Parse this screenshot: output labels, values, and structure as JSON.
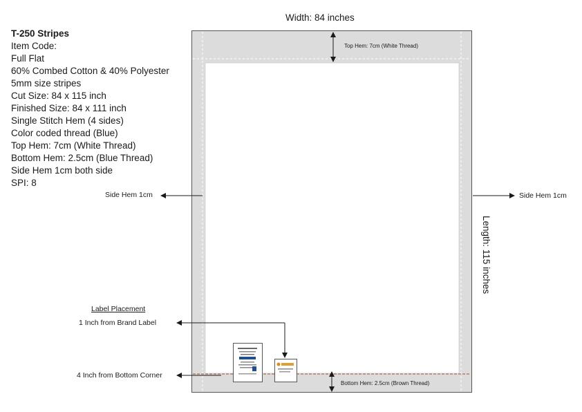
{
  "spec": {
    "title": "T-250  Stripes",
    "lines": [
      "Item Code:",
      "Full Flat",
      "60% Combed Cotton & 40% Polyester",
      "5mm size stripes",
      "Cut Size: 84 x 115 inch",
      "Finished Size: 84 x 111 inch",
      "Single Stitch Hem (4 sides)",
      "Color coded thread (Blue)",
      "Top Hem: 7cm (White Thread)",
      "Bottom Hem: 2.5cm (Blue Thread)",
      "Side Hem 1cm both side",
      "SPI: 8"
    ]
  },
  "dimensions": {
    "width": "Width: 84 inches",
    "length": "Length: 115 inches"
  },
  "callouts": {
    "top_hem": "Top Hem: 7cm (White Thread)",
    "bottom_hem": "Bottom Hem: 2.5cm (Brown Thread)",
    "side_hem_left": "Side Hem 1cm",
    "side_hem_right": "Side Hem 1cm",
    "label_placement": "Label Placement",
    "brand_label_distance": "1 Inch from Brand Label",
    "bottom_corner_distance": "4 Inch from Bottom Corner"
  },
  "colors": {
    "hem_fill": "#dcdcdc",
    "outline": "#555555",
    "bottom_stitch": "#a0522d"
  }
}
